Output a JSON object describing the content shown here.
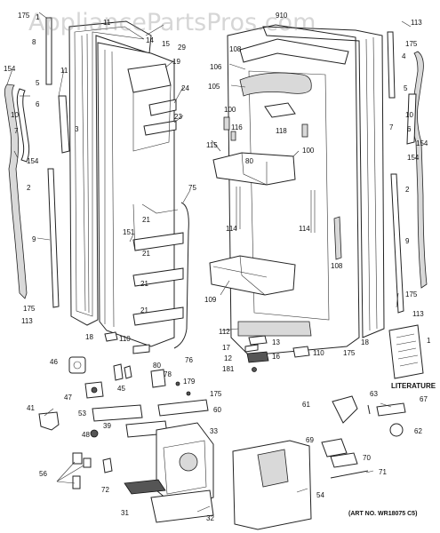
{
  "watermark": "AppliancePartsPros.com",
  "art_number": "(ART NO. WR18075 C5)",
  "literature_label": "LITERATURE",
  "callouts": {
    "c175a": "175",
    "c1a": "1",
    "c11top": "11",
    "c910": "910",
    "c113a": "113",
    "c8": "8",
    "c14": "14",
    "c15": "15",
    "c29": "29",
    "c108a": "108",
    "c175b": "175",
    "c4": "4",
    "c154a": "154",
    "c11b": "11",
    "c19": "19",
    "c106": "106",
    "c5a": "5",
    "c5b": "5",
    "c3": "3",
    "c24": "24",
    "c105": "105",
    "c10a": "10",
    "c6a": "6",
    "c100a": "100",
    "c116": "116",
    "c118": "118",
    "c7a": "7",
    "c23": "23",
    "c10b": "10",
    "c7b": "7",
    "c154b": "154",
    "c6b": "6",
    "c154c": "154",
    "c154d": "154",
    "c115": "115",
    "c80": "80",
    "c100b": "100",
    "c2a": "2",
    "c2b": "2",
    "c75": "75",
    "c21a": "21",
    "c114a": "114",
    "c114b": "114",
    "c151": "151",
    "c9a": "9",
    "c9b": "9",
    "c21b": "21",
    "c108b": "108",
    "c109": "109",
    "c21c": "21",
    "c21d": "21",
    "c175c": "175",
    "c175d": "175",
    "c113b": "113",
    "c113c": "113",
    "c112": "112",
    "c18a": "18",
    "c110a": "110",
    "c13": "13",
    "c17": "17",
    "c18b": "18",
    "c1b": "1",
    "c110b": "110",
    "c175e": "175",
    "c12": "12",
    "c16": "16",
    "c76": "76",
    "c80b": "80",
    "c181": "181",
    "c46": "46",
    "c78": "78",
    "c45": "45",
    "c179": "179",
    "c47": "47",
    "c175f": "175",
    "c63": "63",
    "c41": "41",
    "c53": "53",
    "c60": "60",
    "c61": "61",
    "c67": "67",
    "c39": "39",
    "c48": "48",
    "c33": "33",
    "c62": "62",
    "c69": "69",
    "c70": "70",
    "c71": "71",
    "c56": "56",
    "c72": "72",
    "c54": "54",
    "c31": "31",
    "c32": "32"
  }
}
